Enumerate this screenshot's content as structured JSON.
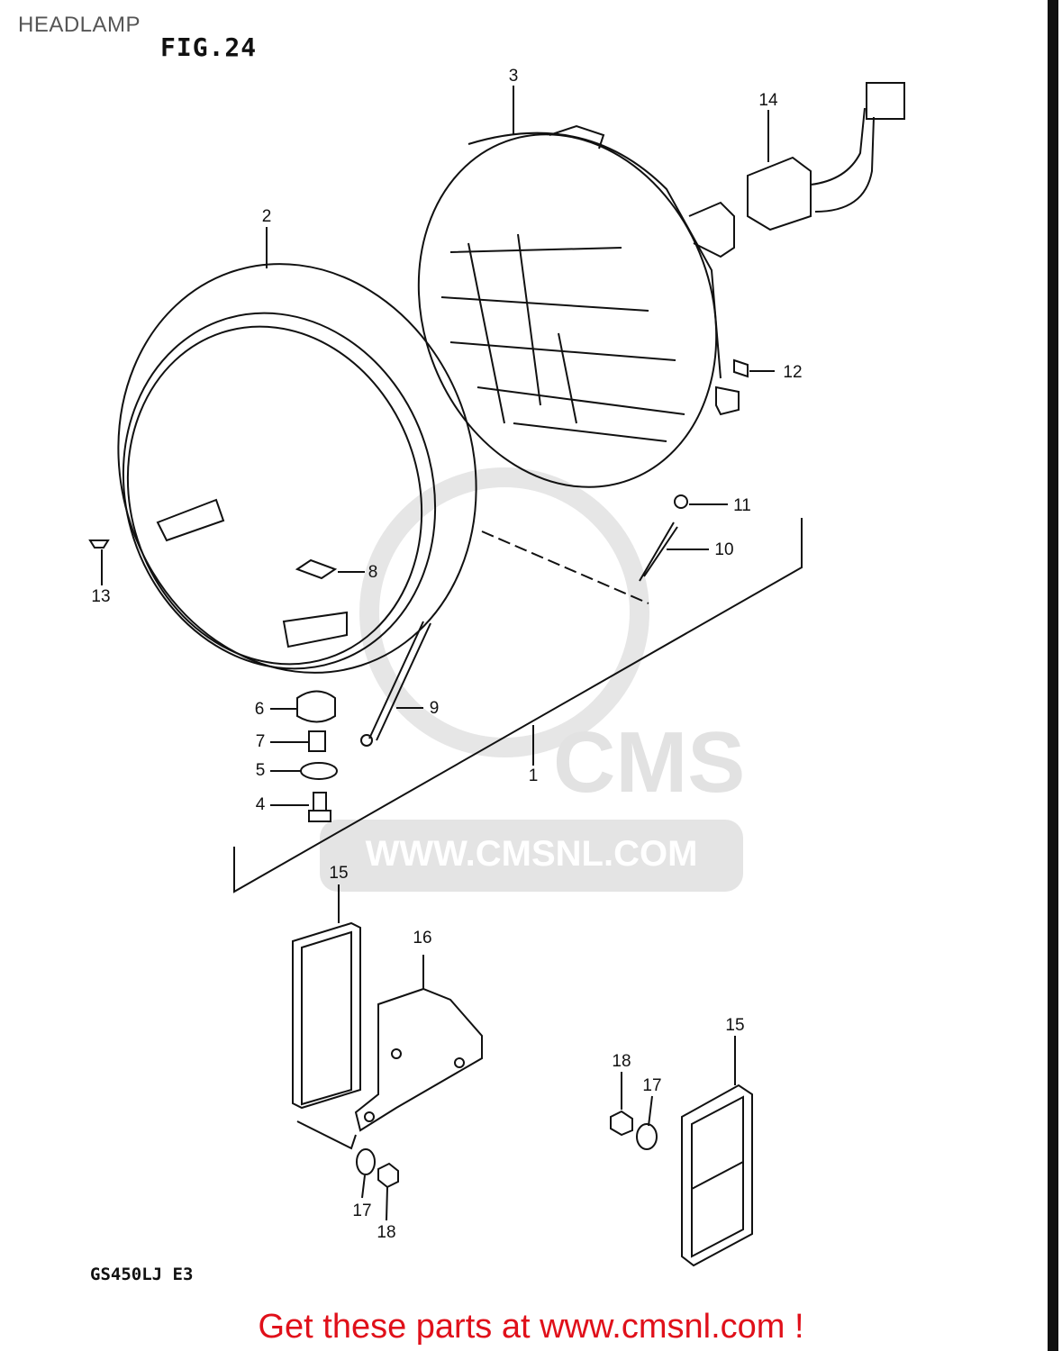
{
  "page_title": "HEADLAMP",
  "figure_label": "FIG.24",
  "model_label": "GS450LJ E3",
  "footer_text": "Get these parts at www.cmsnl.com !",
  "footer_color": "#e0101a",
  "watermark": {
    "logo": "CMS",
    "url": "WWW.CMSNL.COM"
  },
  "callouts": [
    "1",
    "2",
    "3",
    "4",
    "5",
    "6",
    "7",
    "8",
    "9",
    "10",
    "11",
    "12",
    "13",
    "14",
    "15",
    "16",
    "15",
    "17",
    "18",
    "17",
    "18"
  ]
}
